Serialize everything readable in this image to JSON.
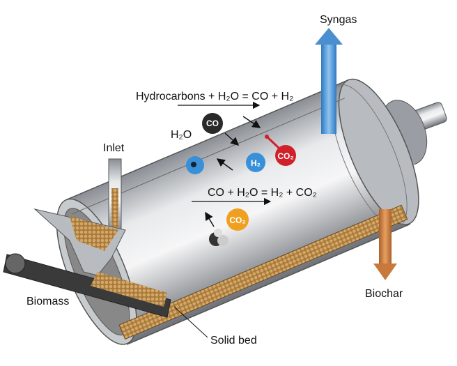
{
  "labels": {
    "syngas": "Syngas",
    "inlet": "Inlet",
    "biomass": "Biomass",
    "biochar": "Biochar",
    "solid_bed": "Solid bed",
    "h2o": "H₂O"
  },
  "equations": {
    "reforming": "Hydrocarbons + H₂O = CO + H₂",
    "water_gas_shift": "CO + H₂O = H₂ + CO₂"
  },
  "molecules": {
    "co": "CO",
    "h2": "H₂",
    "co2_red": "CO₂",
    "co2_orange": "CO₂"
  },
  "colors": {
    "syngas_arrow": "#4a90d0",
    "biochar_arrow": "#c8783a",
    "bed": "#b88a4a",
    "co2_red": "#d0202a",
    "co2_orange": "#f0a020",
    "h2": "#3a90d8"
  }
}
